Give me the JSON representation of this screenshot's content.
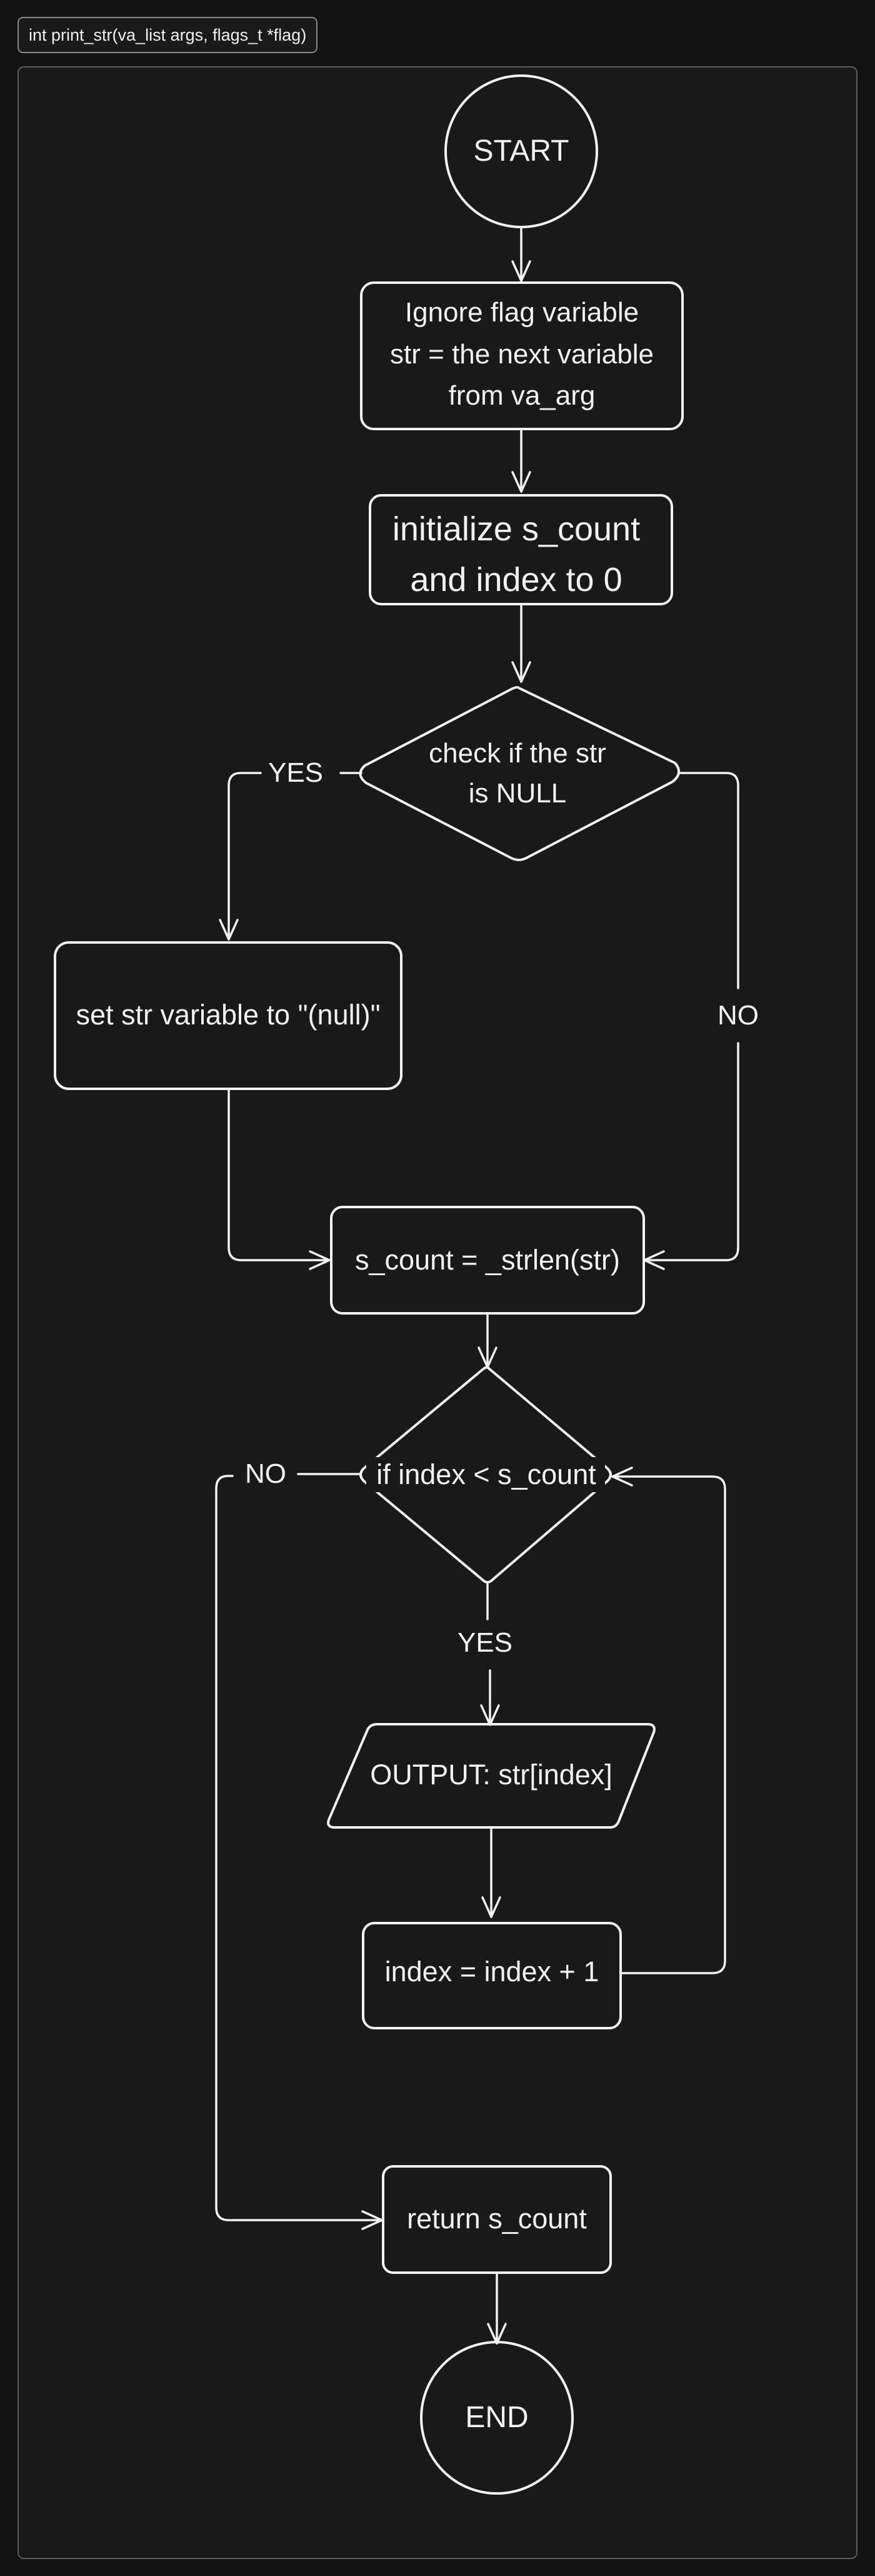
{
  "frame": {
    "title": "int print_str(va_list args, flags_t *flag)"
  },
  "nodes": {
    "start": {
      "label": "START"
    },
    "get_str": {
      "lines": [
        "Ignore flag variable",
        "str = the next variable",
        "from va_arg"
      ]
    },
    "init": {
      "lines": [
        "initialize s_count",
        "and index to 0"
      ]
    },
    "check_null": {
      "lines": [
        "check if the str",
        "is NULL"
      ]
    },
    "set_null": {
      "label": "set str variable to \"(null)\""
    },
    "strlen": {
      "label": "s_count = _strlen(str)"
    },
    "loop_check": {
      "label": "if index < s_count"
    },
    "output": {
      "label": "OUTPUT: str[index]"
    },
    "increment": {
      "label": "index = index + 1"
    },
    "return": {
      "label": "return s_count"
    },
    "end": {
      "label": "END"
    }
  },
  "edges": {
    "null_yes": "YES",
    "null_no": "NO",
    "loop_yes": "YES",
    "loop_no": "NO"
  },
  "colors": {
    "background": "#191919",
    "stroke": "#f2f2f2"
  }
}
